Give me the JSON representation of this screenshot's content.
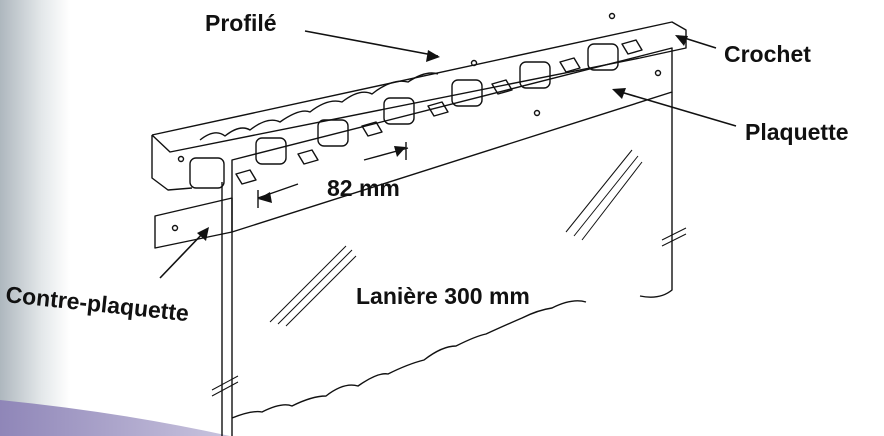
{
  "labels": {
    "profile": "Profilé",
    "crochet": "Crochet",
    "plaquette": "Plaquette",
    "dimension": "82 mm",
    "contre_plaquette": "Contre-plaquette",
    "laniere": "Lanière 300 mm"
  },
  "colors": {
    "ink": "#111111",
    "shadow_band": "#bfc6cc",
    "floor_band": "#9a8fc0"
  }
}
